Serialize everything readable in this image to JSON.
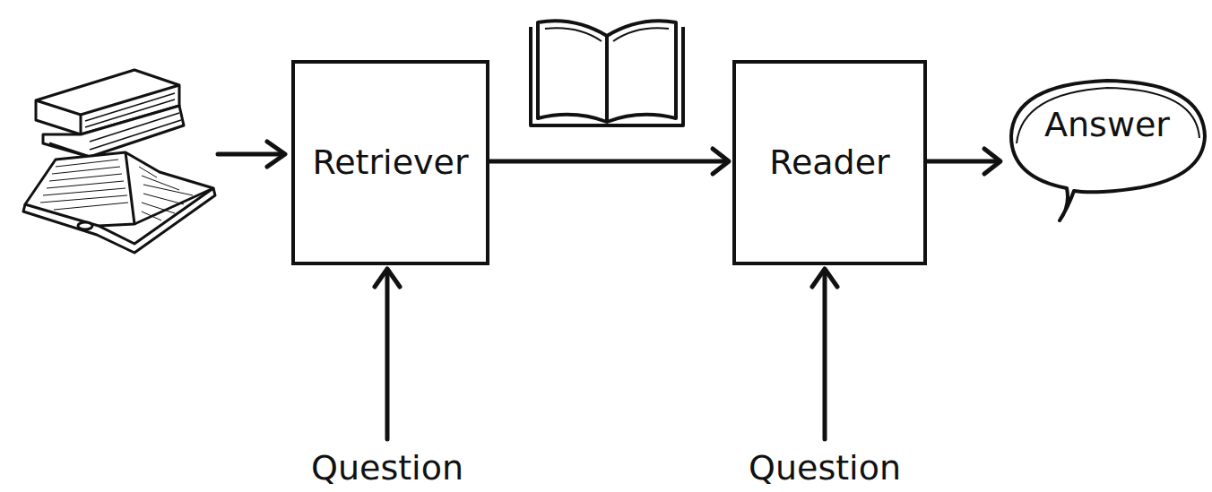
{
  "diagram": {
    "nodes": [
      {
        "text": [
          "Retriever"
        ]
      },
      {
        "text": [
          "Reader"
        ]
      },
      {
        "text": [
          "Answer"
        ]
      }
    ],
    "edges": [
      {
        "from": 0,
        "to": 1,
        "arrow": "to"
      },
      {
        "from": 1,
        "to": 2,
        "arrow": "to"
      }
    ],
    "labels": [
      "Question",
      "Question"
    ]
  }
}
